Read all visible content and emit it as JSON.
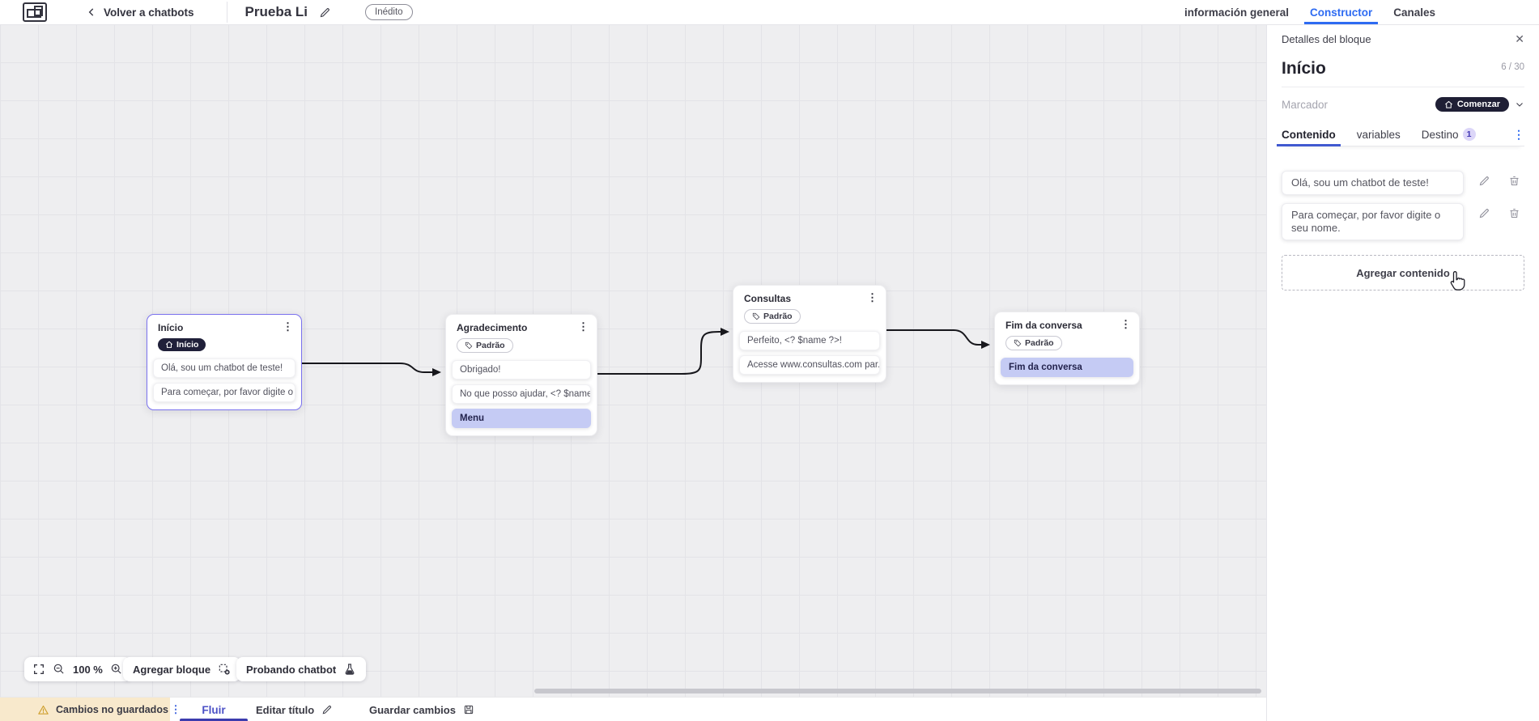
{
  "topbar": {
    "back_label": "Volver a chatbots",
    "title": "Prueba Li",
    "status_badge": "Inédito",
    "tabs": [
      {
        "label": "información general",
        "active": false
      },
      {
        "label": "Constructor",
        "active": true
      },
      {
        "label": "Canales",
        "active": false
      }
    ]
  },
  "panel": {
    "header": "Detalles del bloque",
    "block_title": "Início",
    "char_counter": "6 / 30",
    "marker_label": "Marcador",
    "marker_value": "Comenzar",
    "tabs": [
      {
        "label": "Contenido",
        "active": true
      },
      {
        "label": "variables",
        "active": false
      },
      {
        "label": "Destino",
        "badge": "1",
        "active": false
      }
    ],
    "contents": [
      "Olá, sou um chatbot de teste!",
      "Para começar, por favor digite o seu nome."
    ],
    "add_content_label": "Agregar contenido"
  },
  "canvas": {
    "zoom_level": "100 %",
    "add_block_label": "Agregar bloque",
    "test_chatbot_label": "Probando chatbot",
    "nodes": [
      {
        "title": "Início",
        "tag": "Início",
        "tag_type": "start",
        "selected": true,
        "cards": [
          "Olá, sou um chatbot de teste!",
          "Para começar, por favor digite o ..."
        ]
      },
      {
        "title": "Agradecimento",
        "tag": "Padrão",
        "tag_type": "default",
        "cards": [
          "Obrigado!",
          "No que posso ajudar, <? $name ...",
          "Menu"
        ]
      },
      {
        "title": "Consultas",
        "tag": "Padrão",
        "tag_type": "default",
        "cards": [
          "Perfeito, <? $name ?>!",
          "Acesse www.consultas.com par..."
        ]
      },
      {
        "title": "Fim da conversa",
        "tag": "Padrão",
        "tag_type": "default",
        "cards": [
          "Fim da conversa"
        ]
      }
    ]
  },
  "bottombar": {
    "unsaved_label": "Cambios no guardados",
    "flow_tab": "Fluir",
    "edit_title_label": "Editar título",
    "save_label": "Guardar cambios"
  },
  "icons": {
    "close": "✕",
    "kebab": "⋮"
  },
  "colors": {
    "accent_blue": "#2e6bf2",
    "panel_tab_underline": "#4059d0",
    "flow_tab_indigo": "#4b50c6",
    "dark_pill": "#20203a",
    "lavender_card": "#c5cbf4",
    "selected_node_border": "#7a71ee",
    "warning_bg": "#f8e9cc",
    "canvas_bg": "#eeeef0"
  }
}
